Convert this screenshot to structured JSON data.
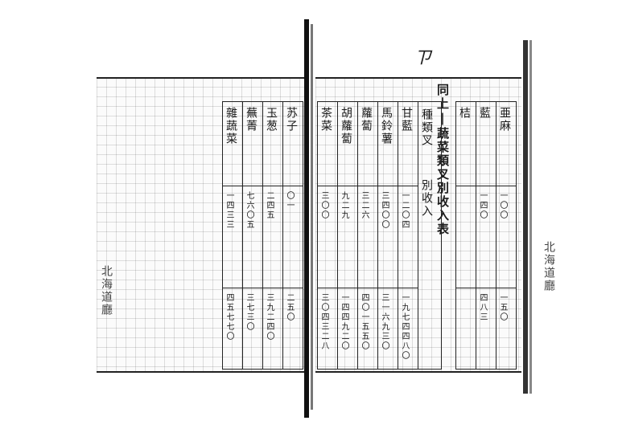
{
  "page_number": "ㄗ",
  "title": "同上|蔬菜類叉別收入表",
  "header_labels": {
    "kind": "種類叉",
    "income": "別收入"
  },
  "left_table": {
    "items": [
      {
        "name": "苏子",
        "qty": "〇一",
        "amount": "二五〇"
      },
      {
        "name": "玉葱",
        "qty": "二四五",
        "amount": "三九二四〇"
      },
      {
        "name": "蕪菁",
        "qty": "七六〇五",
        "amount": "三七三〇"
      },
      {
        "name": "雜蔬菜",
        "qty": "一四三三",
        "amount": "四五七七〇"
      }
    ]
  },
  "right_table": {
    "items": [
      {
        "name": "甘藍",
        "qty": "一二〇四",
        "amount": "一九七四四八〇"
      },
      {
        "name": "馬鈴薯",
        "qty": "三四〇〇",
        "amount": "三一六九三〇"
      },
      {
        "name": "蘿蔔",
        "qty": "三二六",
        "amount": "四〇一五五〇"
      },
      {
        "name": "胡蘿蔔",
        "qty": "九二九",
        "amount": "一四四九二〇"
      },
      {
        "name": "茶菜",
        "qty": "三〇〇",
        "amount": "三〇四三二八"
      }
    ]
  },
  "top_right_table": {
    "items": [
      {
        "name": "亜麻",
        "qty": "一〇〇",
        "amount": "一五〇"
      },
      {
        "name": "藍",
        "qty": "一四〇",
        "amount": "四八三"
      },
      {
        "name": "桔",
        "qty": "",
        "amount": ""
      }
    ]
  },
  "stamps": {
    "left": "北海道廳",
    "right": "北海道廳"
  }
}
